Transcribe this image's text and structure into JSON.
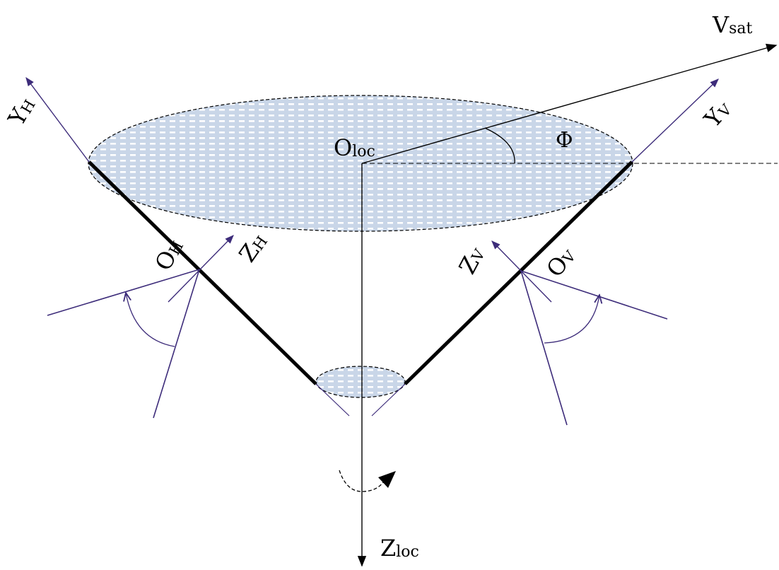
{
  "labels": {
    "v_sat": "V",
    "v_sat_sub": "sat",
    "o_loc": "O",
    "o_loc_sub": "loc",
    "phi": "Φ",
    "z_loc": "Z",
    "z_loc_sub": "loc",
    "y_h": "Y",
    "y_h_sub": "H",
    "y_v": "Y",
    "y_v_sub": "V",
    "o_h": "O",
    "o_h_sub": "H",
    "z_h": "Z",
    "z_h_sub": "H",
    "o_v": "O",
    "o_v_sub": "V",
    "z_v": "Z",
    "z_v_sub": "V"
  },
  "colors": {
    "axis": "#000000",
    "frame_axes": "#3d2c7a",
    "disc_fill": "#c9d6e8",
    "disc_dash": "#ffffff"
  }
}
